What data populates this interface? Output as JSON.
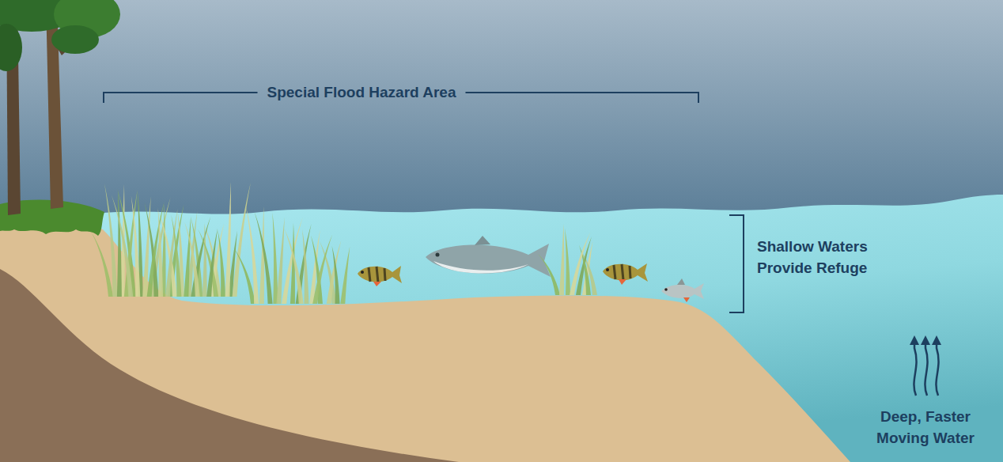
{
  "diagram": {
    "labels": [
      "Special Flood Hazard Area",
      "Shallow Waters Provide Refuge",
      "Deep, Faster Moving Water"
    ]
  }
}
